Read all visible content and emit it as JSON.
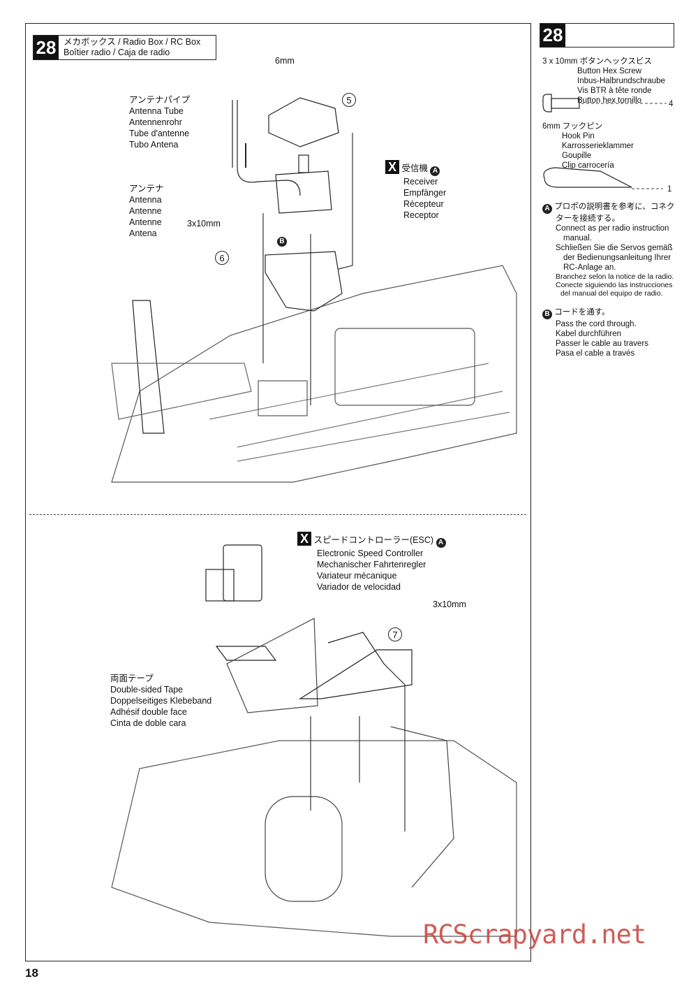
{
  "step": {
    "number": "28",
    "title_line1": "メカボックス / Radio Box / RC Box",
    "title_line2": "Boîtier radio / Caja de radio"
  },
  "upper": {
    "pin_size": "6mm",
    "antenna_tube": [
      "アンテナパイプ",
      "Antenna Tube",
      "Antennenrohr",
      "Tube d'antenne",
      "Tubo Antena"
    ],
    "antenna": [
      "アンテナ",
      "Antenna",
      "Antenne",
      "Antenne",
      "Antena"
    ],
    "screw": "3x10mm",
    "receiver_x": "X",
    "receiver": [
      "受信機",
      "Receiver",
      "Empfänger",
      "Récepteur",
      "Receptor"
    ],
    "part5": "5",
    "part6": "6",
    "b_mark": "B",
    "a_mark": "A"
  },
  "lower": {
    "esc_x": "X",
    "esc": [
      "スピードコントローラー(ESC)",
      "Electronic Speed Controller",
      "Mechanischer Fahrtenregler",
      "Variateur mécanique",
      "Variador de velocidad"
    ],
    "a_mark": "A",
    "screw": "3x10mm",
    "part7": "7",
    "tape": [
      "両面テープ",
      "Double-sided Tape",
      "Doppelseitiges Klebeband",
      "Adhésif double face",
      "Cinta de doble cara"
    ]
  },
  "sidebar": {
    "step_number": "28",
    "screw_name": [
      "3 x 10mm ボタンヘックスビス",
      "Button Hex Screw",
      "Inbus-Halbrundschraube",
      "Vis BTR à tête ronde",
      "Button hex tornillo"
    ],
    "screw_qty": "4",
    "pin_name": [
      "6mm フックピン",
      "Hook Pin",
      "Karrosserieklammer",
      "Goupille",
      "Clip carrocería"
    ],
    "pin_qty": "1",
    "note_a_mark": "A",
    "note_a": [
      "プロポの説明書を参考に、コネク",
      "ターを接続する。",
      "Connect as per radio instruction",
      "manual.",
      "Schließen Sie die Servos gemäß",
      "der Bedienungsanleitung Ihrer",
      "RC-Anlage an.",
      "Branchez selon la notice de la radio.",
      "Conecte siguiendo las instrucciones",
      "del manual del equipo de radio."
    ],
    "note_b_mark": "B",
    "note_b": [
      "コードを通す。",
      "Pass the cord through.",
      "Kabel durchführen",
      "Passer le cable au travers",
      "Pasa el cable a través"
    ]
  },
  "page_number": "18",
  "watermark": "RCScrapyard.net"
}
